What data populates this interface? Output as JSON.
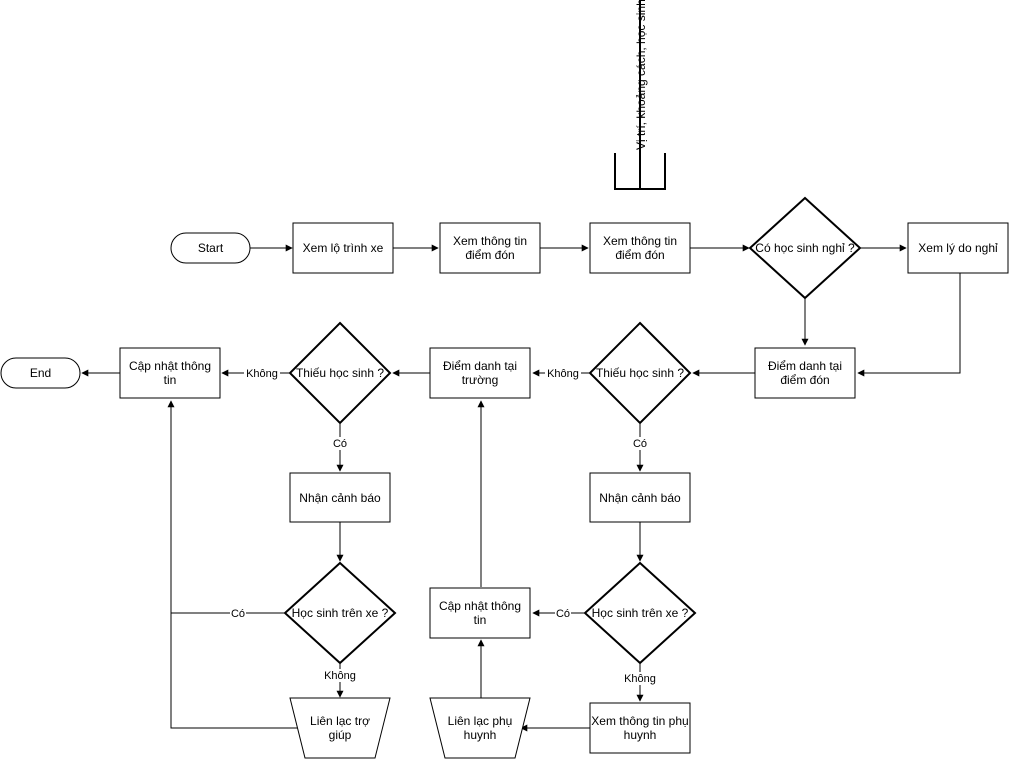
{
  "nodes": {
    "start": "Start",
    "end": "End",
    "xem_lo_trinh": "Xem lộ trình xe",
    "xem_thong_tin_1": [
      "Xem thông tin",
      "điểm đón"
    ],
    "xem_thong_tin_2": [
      "Xem thông tin",
      "điểm đón"
    ],
    "co_hoc_sinh_nghi": "Có học sinh nghỉ ?",
    "xem_ly_do": "Xem lý do nghỉ",
    "diem_danh_don": [
      "Điểm danh tại",
      "điểm đón"
    ],
    "thieu_hs_right": "Thiếu học sinh ?",
    "diem_danh_truong": [
      "Điểm danh tại",
      "trường"
    ],
    "thieu_hs_left": "Thiếu học sinh ?",
    "cap_nhat_top": [
      "Cập nhật thông",
      "tin"
    ],
    "nhan_canh_bao_left": "Nhận cảnh báo",
    "nhan_canh_bao_right": "Nhận cảnh báo",
    "hs_tren_xe_left": "Học sinh trên xe ?",
    "hs_tren_xe_right": "Học sinh trên xe ?",
    "cap_nhat_mid": [
      "Cập nhật thông",
      "tin"
    ],
    "lien_lac_tro_giup": [
      "Liên lạc trợ",
      "giúp"
    ],
    "lien_lac_phu_huynh": [
      "Liên lạc phụ",
      "huynh"
    ],
    "xem_thong_tin_phu_huynh": [
      "Xem thông tin phụ",
      "huynh"
    ],
    "datastore_label": "Vị trí, khoảng cách, học sinh"
  },
  "edge_labels": {
    "khong_1": "Không",
    "khong_2": "Không",
    "co_1": "Có",
    "co_2": "Có",
    "co_3": "Có",
    "co_4": "Có",
    "khong_3": "Không",
    "khong_4": "Không"
  }
}
